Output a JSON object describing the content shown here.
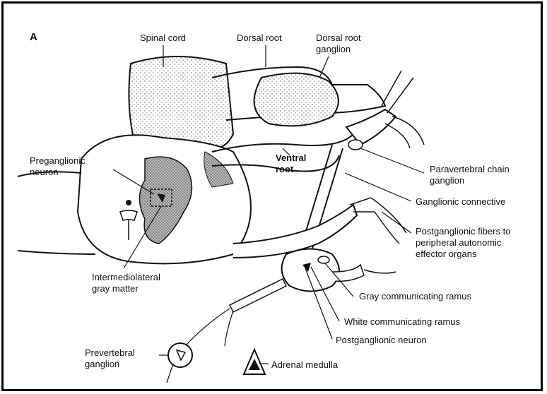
{
  "figure": {
    "panel_letter": "A",
    "labels": {
      "spinal_cord": "Spinal cord",
      "dorsal_root": "Dorsal root",
      "dorsal_root_ganglion_1": "Dorsal root",
      "dorsal_root_ganglion_2": "ganglion",
      "preganglionic_1": "Preganglionic",
      "preganglionic_2": "neuron",
      "ventral_root_1": "Ventral",
      "ventral_root_2": "root",
      "paravertebral_1": "Paravertebral chain",
      "paravertebral_2": "ganglion",
      "ganglionic_connective": "Ganglionic connective",
      "postganglionic_fibers_1": "Postganglionic fibers to",
      "postganglionic_fibers_2": "peripheral autonomic",
      "postganglionic_fibers_3": "effector organs",
      "intermediolateral_1": "Intermediolateral",
      "intermediolateral_2": "gray matter",
      "gray_ramus": "Gray communicating ramus",
      "white_ramus": "White communicating ramus",
      "postganglionic_neuron": "Postganglionic neuron",
      "prevertebral_1": "Prevertebral",
      "prevertebral_2": "ganglion",
      "adrenal_medulla": "Adrenal medulla"
    }
  }
}
